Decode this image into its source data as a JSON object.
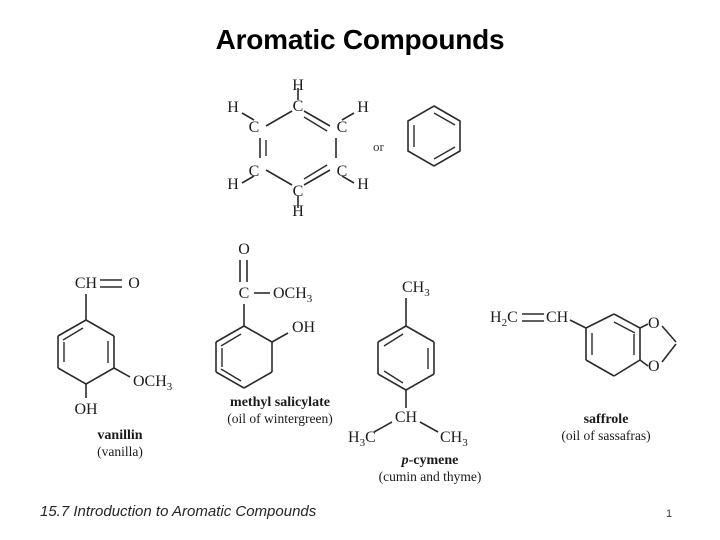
{
  "slide": {
    "title": "Aromatic Compounds",
    "background_color": "#ffffff",
    "ink_color": "#2b2b2b"
  },
  "benzene": {
    "or_label": "or",
    "carbon_label": "C",
    "hydrogen_label": "H",
    "vertex_carbons": [
      "C",
      "C",
      "C",
      "C",
      "C",
      "C"
    ],
    "vertex_hydrogens": [
      "H",
      "H",
      "H",
      "H",
      "H",
      "H"
    ],
    "kekule_note": "skeletal hexagon with three inner double-bond lines"
  },
  "compounds": [
    {
      "id": "vanillin",
      "name": "vanillin",
      "source": "(vanilla)",
      "name_italic_prefix": "",
      "substituents": [
        "CH",
        "O",
        "OCH",
        "3",
        "OH"
      ],
      "labels": {
        "aldehyde_c": "CH",
        "aldehyde_o": "O",
        "methoxy": "OCH",
        "methoxy_sub": "3",
        "hydroxyl": "OH"
      }
    },
    {
      "id": "methyl-salicylate",
      "name": "methyl salicylate",
      "source": "(oil of wintergreen)",
      "name_italic_prefix": "",
      "labels": {
        "carbonyl_o": "O",
        "ester_c": "C",
        "methoxy": "OCH",
        "methoxy_sub": "3",
        "hydroxyl": "OH"
      }
    },
    {
      "id": "p-cymene",
      "name": "-cymene",
      "name_italic_prefix": "p",
      "source": "(cumin and thyme)",
      "labels": {
        "methyl_top": "CH",
        "methyl_top_sub": "3",
        "methine": "CH",
        "methyl_left": "H",
        "methyl_left_sub": "3",
        "methyl_left_tail": "C",
        "methyl_right": "CH",
        "methyl_right_sub": "3"
      }
    },
    {
      "id": "saffrole",
      "name": "saffrole",
      "source": "(oil of sassafras)",
      "name_italic_prefix": "",
      "labels": {
        "vinyl_ch2": "H",
        "vinyl_ch2_sub": "2",
        "vinyl_ch2_tail": "C",
        "vinyl_ch": "CH",
        "oxygen_top": "O",
        "oxygen_bottom": "O"
      }
    }
  ],
  "footer": {
    "section_label": "15.7 Introduction to Aromatic Compounds",
    "page_number": "1"
  }
}
